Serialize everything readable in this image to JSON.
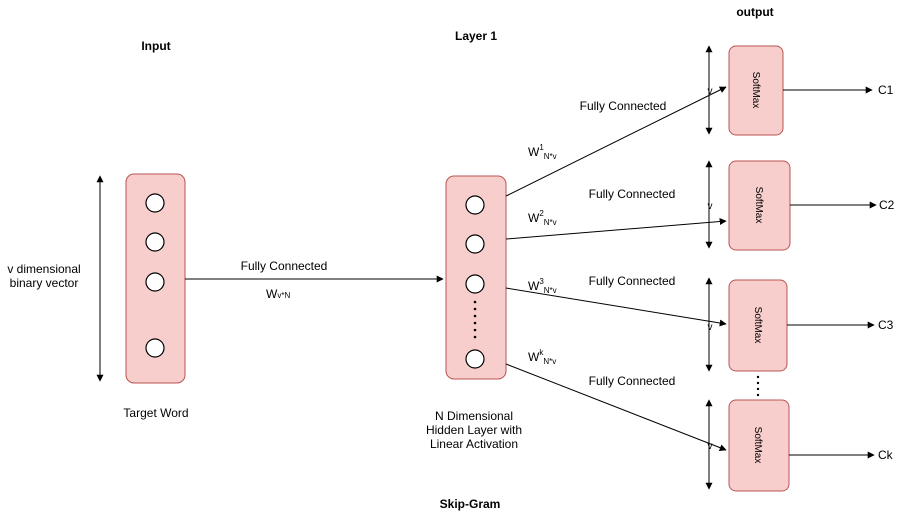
{
  "title": "Skip-Gram",
  "headers": {
    "input": "Input",
    "layer1": "Layer 1",
    "output": "output"
  },
  "input": {
    "dimension_label_line1": "v dimensional",
    "dimension_label_line2": "binary vector",
    "caption": "Target Word"
  },
  "hidden": {
    "caption_line1": "N Dimensional",
    "caption_line2": "Hidden Layer with",
    "caption_line3": "Linear Activation"
  },
  "input_connection": {
    "label": "Fully Connected",
    "weight": "W",
    "weight_sub": "v*N"
  },
  "output_connections": [
    {
      "label": "Fully Connected",
      "weight": "W",
      "weight_sup": "1",
      "weight_sub": "N*v"
    },
    {
      "label": "Fully Connected",
      "weight": "W",
      "weight_sup": "2",
      "weight_sub": "N*v"
    },
    {
      "label": "Fully Connected",
      "weight": "W",
      "weight_sup": "3",
      "weight_sub": "N*v"
    },
    {
      "label": "Fully Connected",
      "weight": "W",
      "weight_sup": "k",
      "weight_sub": "N*v"
    }
  ],
  "softmax_label": "SoftMax",
  "v_label": "v",
  "outputs": [
    "C1",
    "C2",
    "C3",
    "Ck"
  ],
  "colors": {
    "box_fill": "#f8cecc",
    "box_stroke": "#b85450"
  }
}
